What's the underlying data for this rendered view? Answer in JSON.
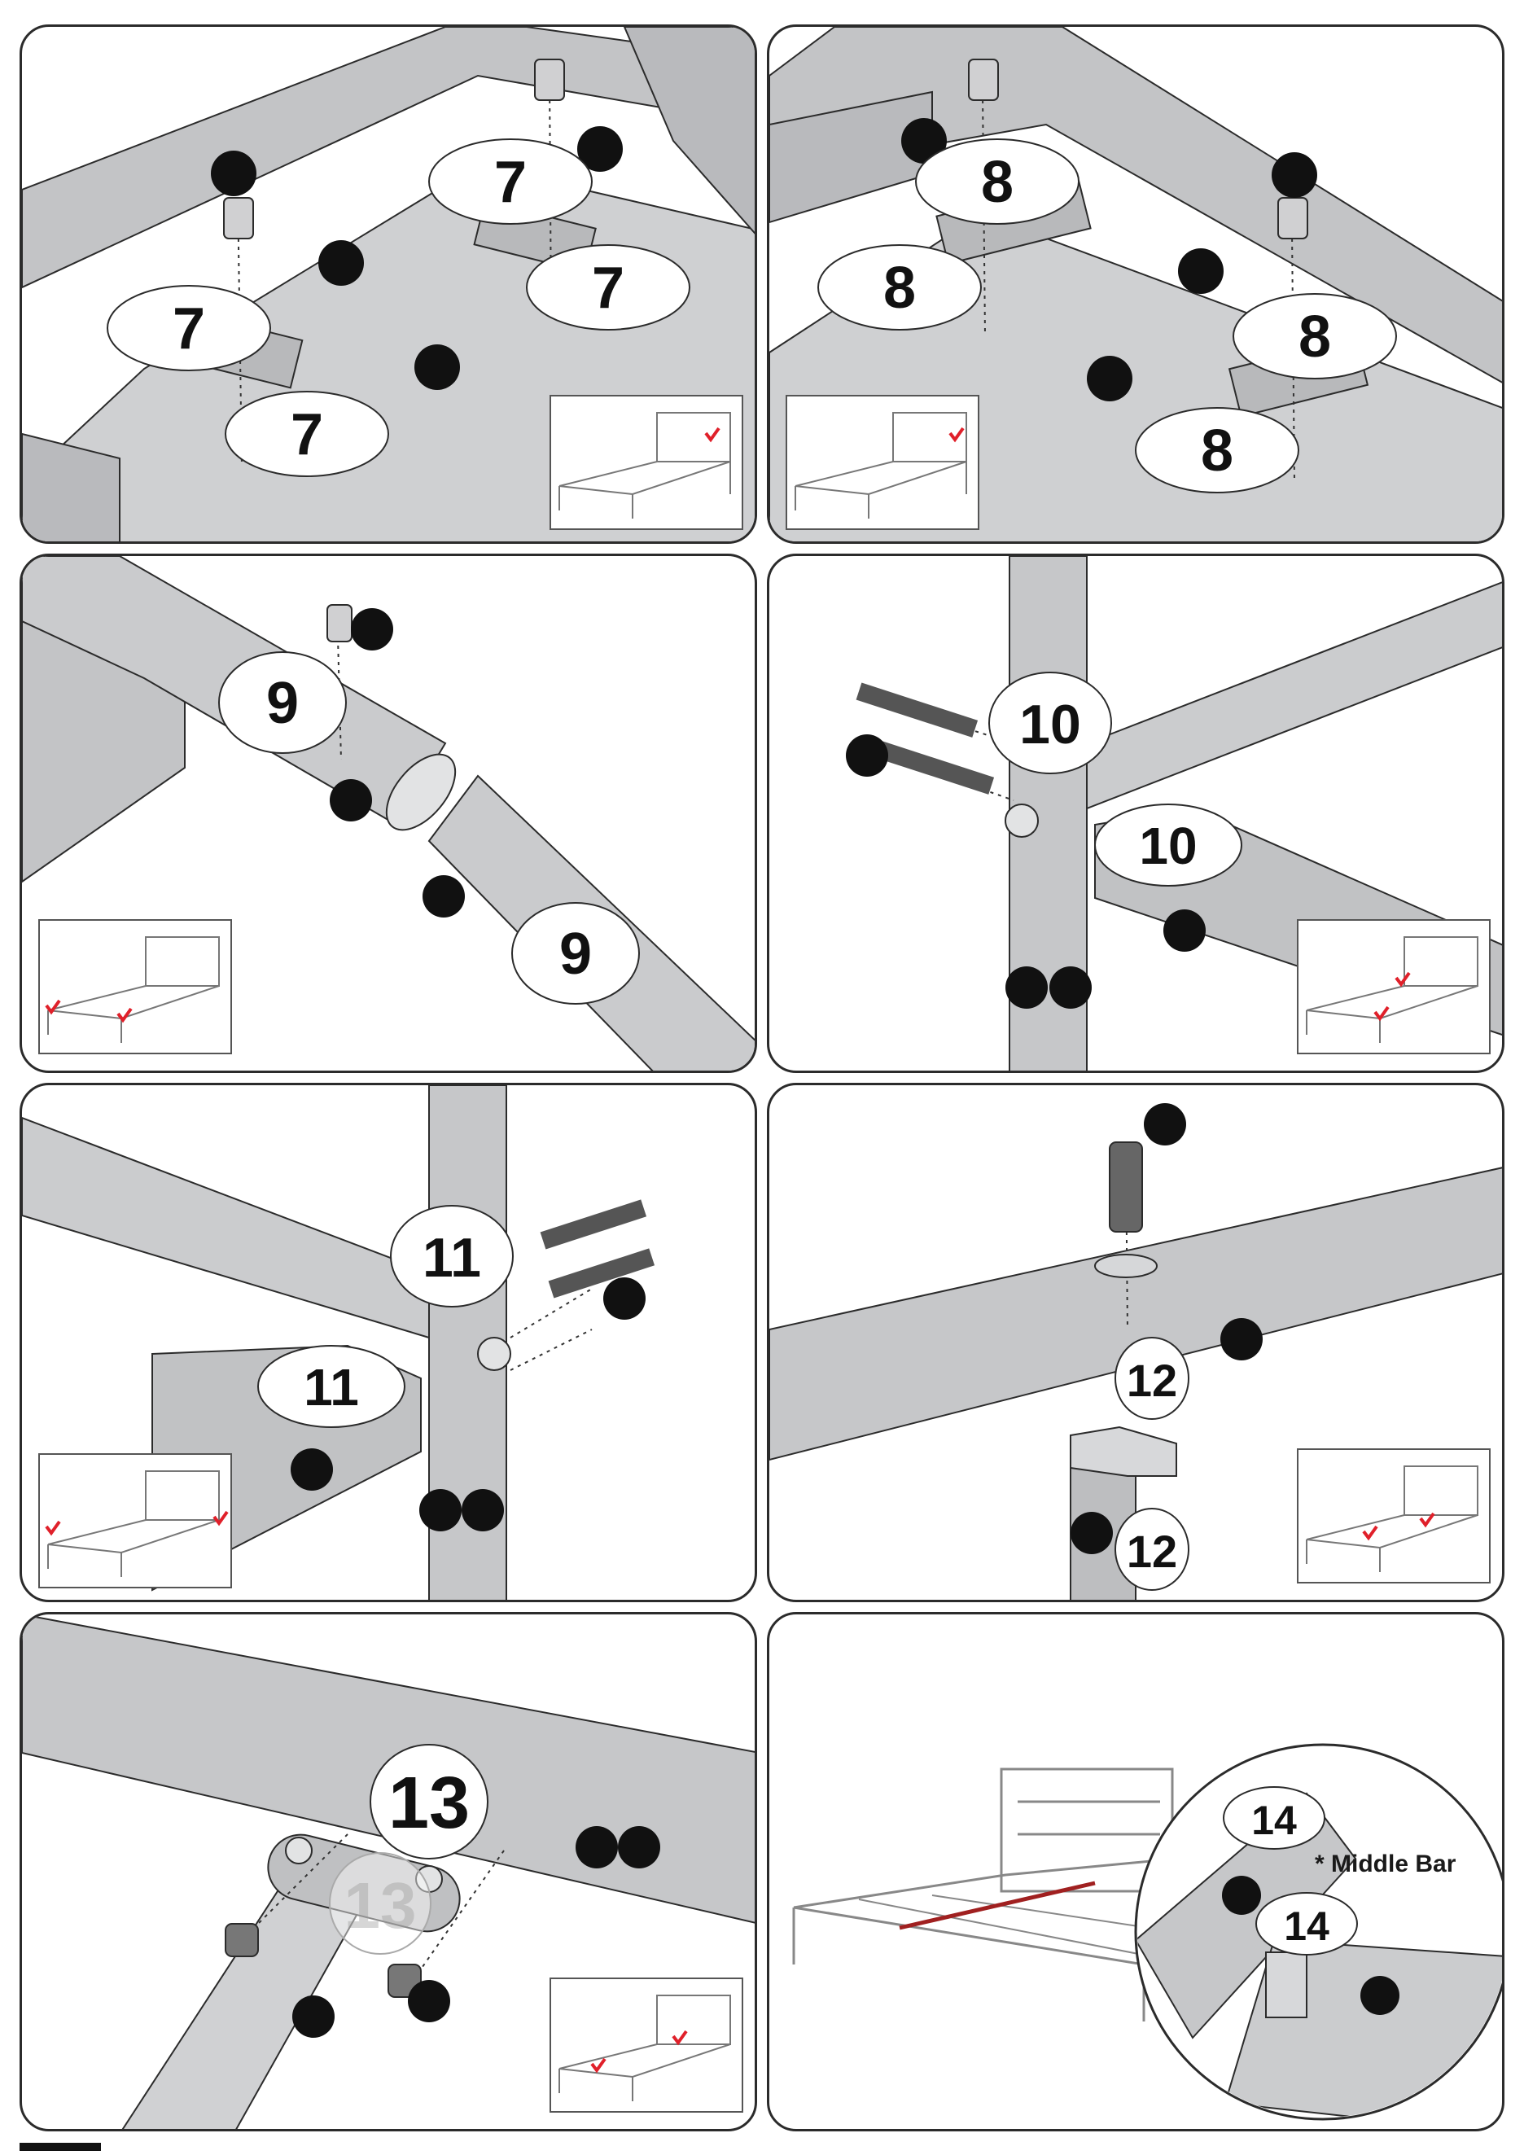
{
  "steps": [
    {
      "id": "step-7",
      "labels": [
        "7",
        "7",
        "7",
        "7"
      ]
    },
    {
      "id": "step-8",
      "labels": [
        "8",
        "8",
        "8",
        "8"
      ]
    },
    {
      "id": "step-9",
      "labels": [
        "9",
        "9"
      ]
    },
    {
      "id": "step-10",
      "labels": [
        "10",
        "10"
      ]
    },
    {
      "id": "step-11",
      "labels": [
        "11",
        "11"
      ]
    },
    {
      "id": "step-12",
      "labels": [
        "12",
        "12"
      ]
    },
    {
      "id": "step-13",
      "labels": [
        "13",
        "13"
      ]
    },
    {
      "id": "step-14",
      "labels": [
        "14",
        "14"
      ],
      "note": "* Middle Bar"
    }
  ],
  "colors": {
    "frame": "#c9cacc",
    "frame_dark": "#9a9b9e",
    "outline": "#2b2b2b",
    "check": "#e0202a",
    "middle_bar": "#a02020"
  }
}
